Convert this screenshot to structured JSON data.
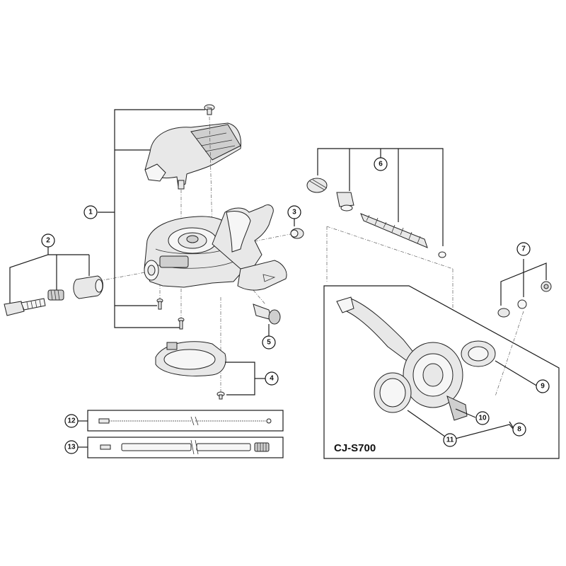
{
  "diagram": {
    "callouts": {
      "c1": "1",
      "c2": "2",
      "c3": "3",
      "c4": "4",
      "c5": "5",
      "c6": "6",
      "c7": "7",
      "c8": "8",
      "c9": "9",
      "c10": "10",
      "c11": "11",
      "c12": "12",
      "c13": "13"
    },
    "kit_label": "CJ-S700"
  }
}
